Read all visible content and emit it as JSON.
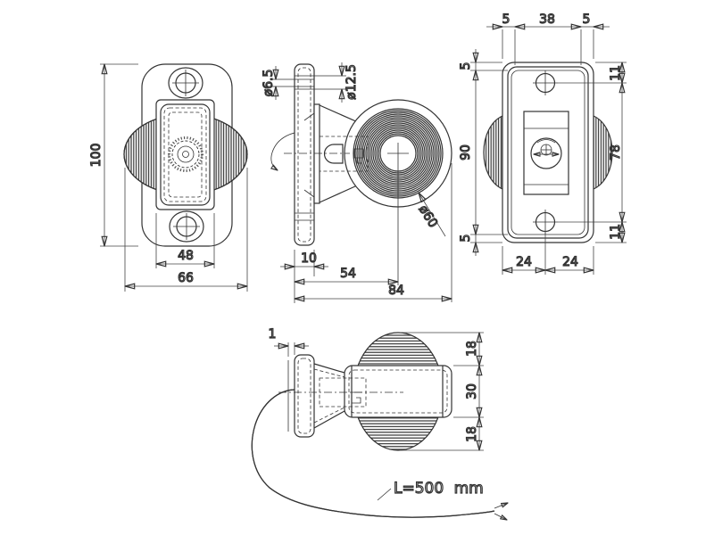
{
  "drawing": {
    "background": "#ffffff",
    "line_color": "#333333",
    "views": {
      "front": {
        "dims": {
          "height": "100",
          "lens_width": "48",
          "body_width": "66"
        }
      },
      "side": {
        "dims": {
          "hole": "ø6.5",
          "counterbore": "ø12.5",
          "plate_thickness": "10",
          "lens_center_offset": "54",
          "total_depth": "84",
          "lens_diameter": "ø60"
        }
      },
      "rear": {
        "dims": {
          "top_left": "5",
          "top_center": "38",
          "top_right": "5",
          "left_top": "5",
          "left_center": "90",
          "left_bottom": "5",
          "right_top": "11",
          "right_center": "78",
          "right_bottom": "11",
          "bottom_left": "24",
          "bottom_right": "24"
        }
      },
      "mounted": {
        "dims": {
          "gasket": "1",
          "upper_lobe": "18",
          "body": "30",
          "lower_lobe": "18"
        },
        "cable_length_label": "L=500  mm"
      }
    }
  }
}
